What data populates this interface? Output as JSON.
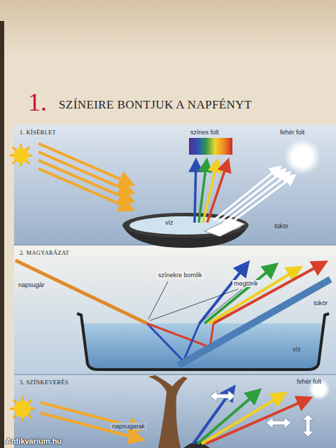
{
  "diagram": {
    "title": "SZÍNEIRE BONTJUK A NAPFÉNYT",
    "nodes": [
      {
        "text": [
          "1. KÍSÉRLET"
        ]
      },
      {
        "text": [
          "2. MAGYARÁZAT"
        ]
      },
      {
        "text": [
          "3. SZÍNKEVERÉS"
        ]
      }
    ],
    "labels": [
      "1.",
      "színes folt",
      "fehér folt",
      "víz",
      "tükör",
      "napsugár",
      "színekre bomlik",
      "megtörik",
      "tükör",
      "víz",
      "fehér folt",
      "napsugarak",
      "Antikvárium.hu"
    ]
  }
}
